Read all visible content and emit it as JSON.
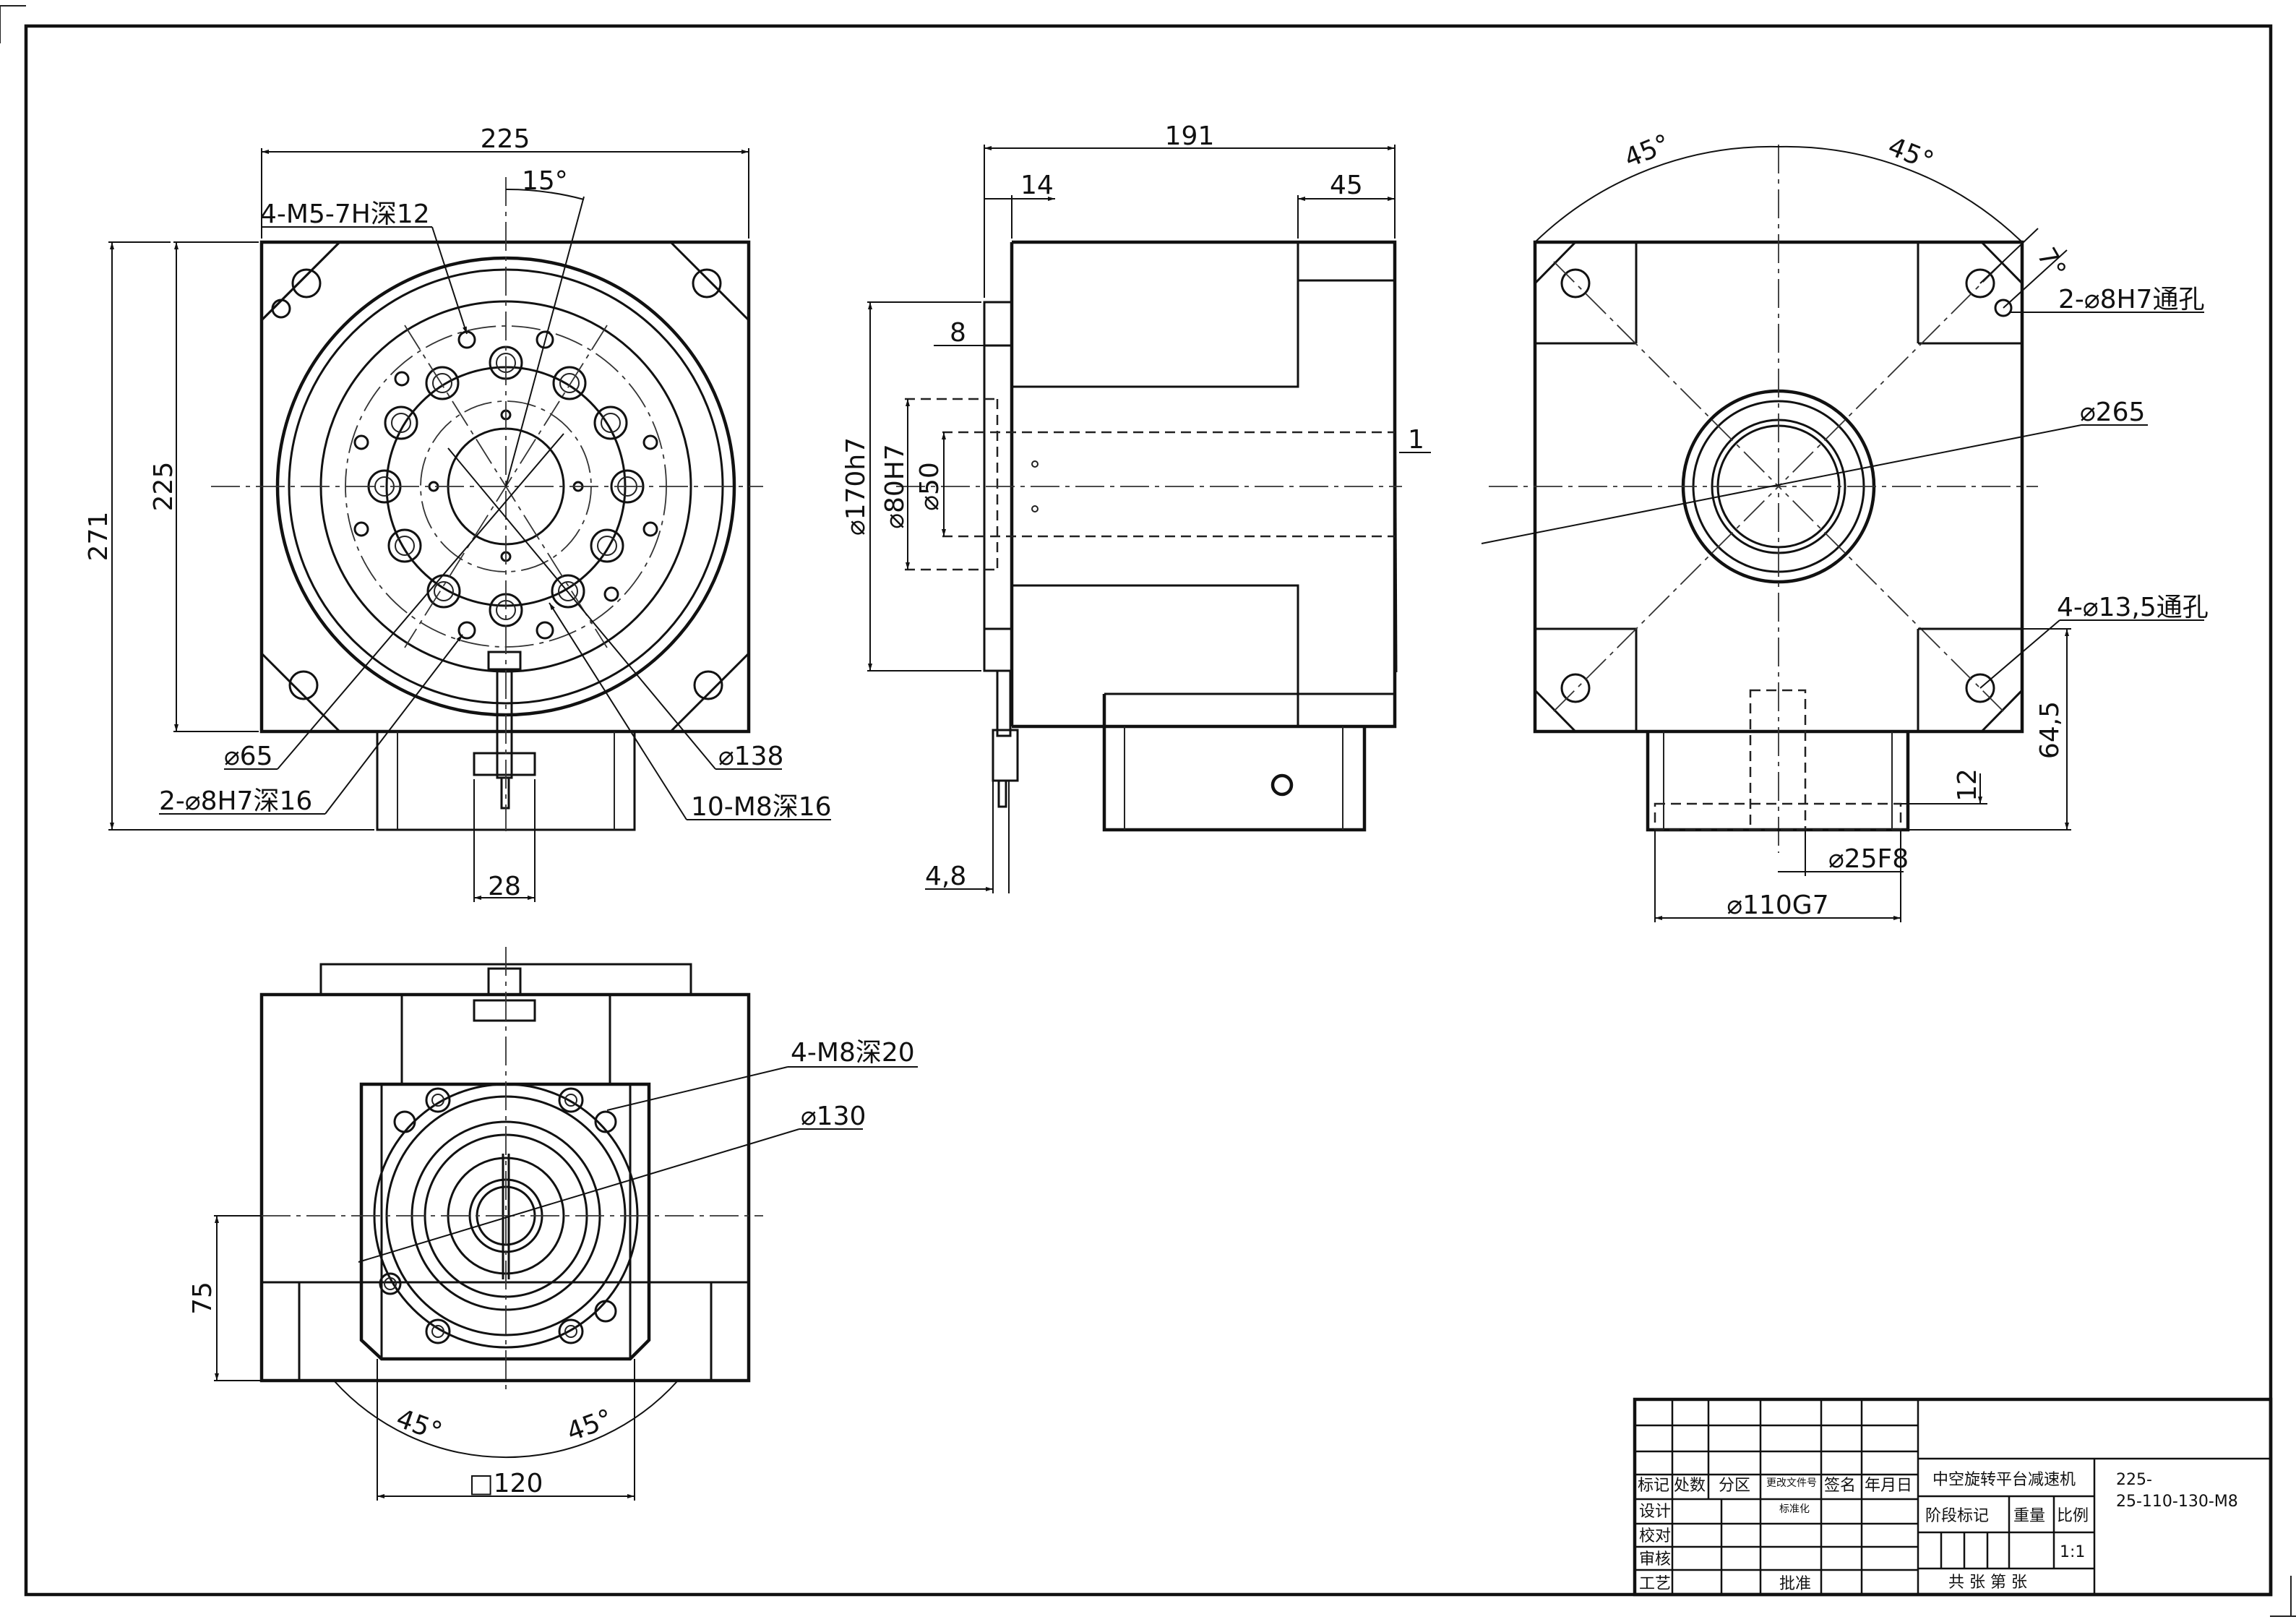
{
  "front_view": {
    "dim_width": "225",
    "dim_angle": "15°",
    "dim_height_inner": "225",
    "dim_height_outer": "271",
    "dim_tab": "28",
    "callout_m5": "4-M5-7H深12",
    "callout_d65": "⌀65",
    "callout_pin": "2-⌀8H7深16",
    "callout_d138": "⌀138",
    "callout_m8": "10-M8深16"
  },
  "side_view": {
    "dim_length": "191",
    "dim_14": "14",
    "dim_45": "45",
    "dim_8": "8",
    "dim_1": "1",
    "dim_d170": "⌀170h7",
    "dim_d80": "⌀80H7",
    "dim_d50": "⌀50",
    "dim_48": "4,8"
  },
  "rear_view": {
    "angle_left": "45°",
    "angle_right": "45°",
    "angle_small": "7°",
    "callout_pin": "2-⌀8H7通孔",
    "callout_d265": "⌀265",
    "callout_holes": "4-⌀13,5通孔",
    "dim_64": "64,5",
    "dim_12": "12",
    "dim_d25": "⌀25F8",
    "dim_d110": "⌀110G7"
  },
  "bottom_view": {
    "callout_m8": "4-M8深20",
    "callout_d130": "⌀130",
    "dim_75": "75",
    "angle_left": "45°",
    "angle_right": "45°",
    "dim_square": "□120"
  },
  "title_block": {
    "product_name": "中空旋转平台减速机",
    "drawing_no_1": "225-",
    "drawing_no_2": "25-110-130-M8",
    "h_mark": "标记",
    "h_count": "处数",
    "h_zone": "分区",
    "h_change": "更改文件号",
    "h_sign": "签名",
    "h_date": "年月日",
    "r_design": "设计",
    "r_check": "校对",
    "r_review": "审核",
    "r_process": "工艺",
    "std": "标准化",
    "approve": "批准",
    "stage": "阶段标记",
    "weight": "重量",
    "scale_label": "比例",
    "scale": "1:1",
    "sheets": "共  张 第  张"
  }
}
